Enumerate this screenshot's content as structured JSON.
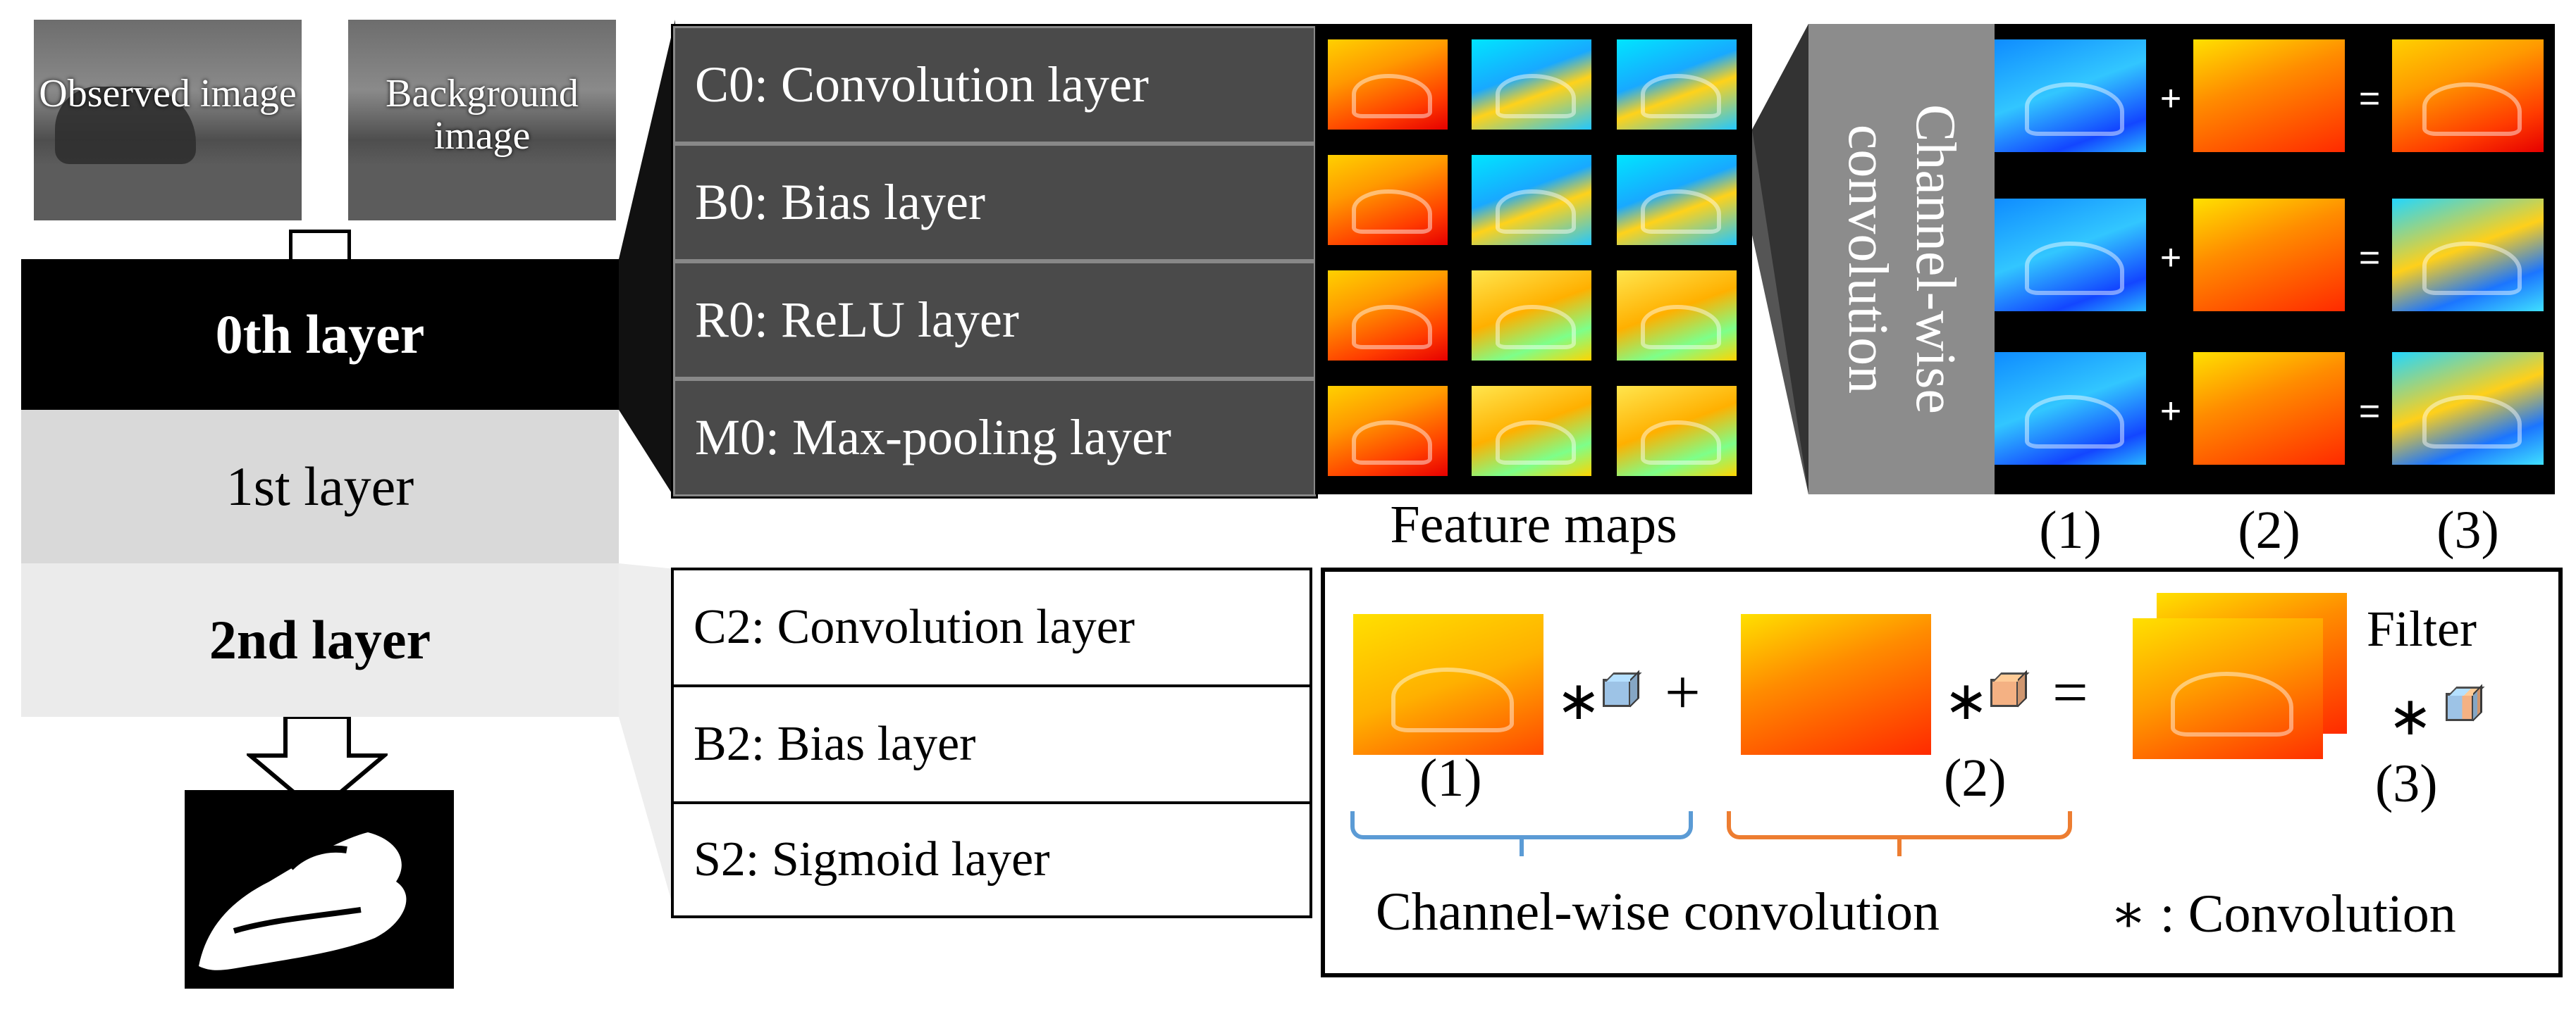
{
  "inputs": {
    "observed_label": "Observed image",
    "background_label": "Background image"
  },
  "layers": {
    "layer0": "0th layer",
    "layer1": "1st layer",
    "layer2": "2nd layer"
  },
  "layer0_ops": [
    "C0: Convolution layer",
    "B0: Bias layer",
    "R0: ReLU layer",
    "M0: Max-pooling layer"
  ],
  "layer2_ops": [
    "C2: Convolution layer",
    "B2: Bias layer",
    "S2: Sigmoid layer"
  ],
  "feature_maps_caption": "Feature maps",
  "channelwise_vertical": "Channel-wise convolution",
  "ops": {
    "plus": "+",
    "equals": "=",
    "conv": "∗"
  },
  "column_labels": [
    "(1)",
    "(2)",
    "(3)"
  ],
  "detail_box": {
    "label1": "(1)",
    "label2": "(2)",
    "label3": "(3)",
    "filter_label": "Filter",
    "caption": "Channel-wise convolution",
    "legend": "∗ : Convolution"
  },
  "colors": {
    "dark_block": "#000000",
    "mid_block": "#d9d9d9",
    "light_block": "#e9e9e9",
    "dark_panel": "#444444",
    "blue_brace": "#5b9bd5",
    "orange_brace": "#ed7d31",
    "cube_blue": "#9dc3e6",
    "cube_orange": "#f4b183"
  }
}
